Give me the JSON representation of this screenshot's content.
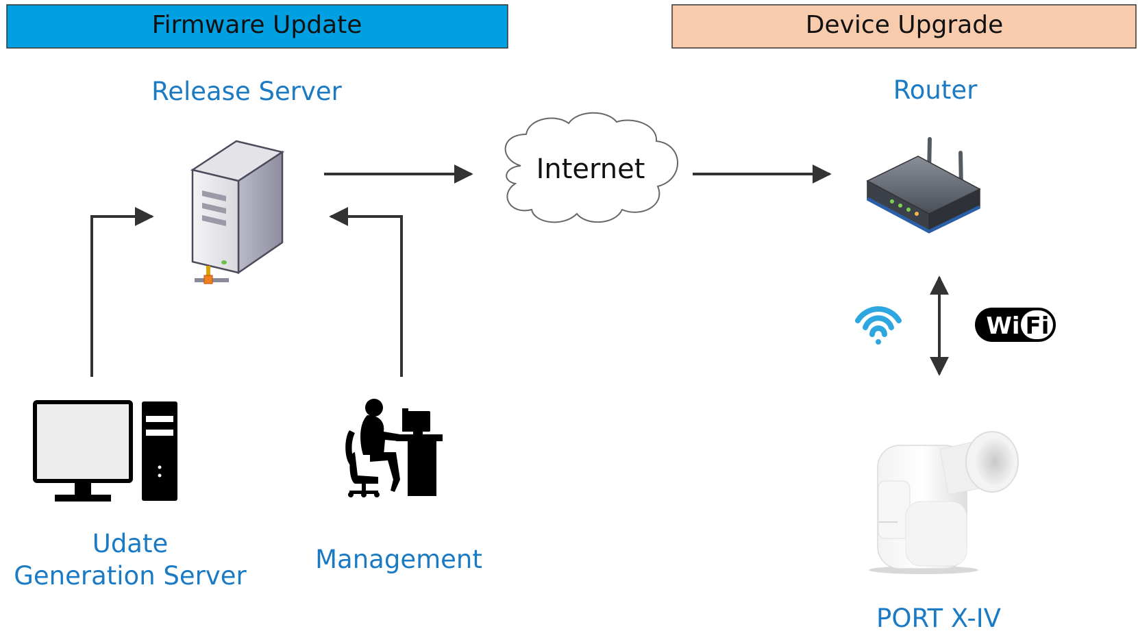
{
  "banners": {
    "firmware": {
      "label": "Firmware Update",
      "color": "#00A0E3"
    },
    "device": {
      "label": "Device Upgrade",
      "color": "#F8CBAD"
    }
  },
  "nodes": {
    "release_server": "Release Server",
    "router": "Router",
    "update_server_line1": "Udate",
    "update_server_line2": "Generation Server",
    "management": "Management",
    "device": "PORT X-IV",
    "internet": "Internet"
  },
  "wifi_logo": {
    "left": "Wi",
    "right": "Fi"
  },
  "colors": {
    "label_blue": "#1A7AC4",
    "arrow": "#333333",
    "wifi_blue": "#2EA7E0"
  },
  "icons": [
    "server-icon",
    "router-icon",
    "desktop-computer-icon",
    "person-at-desk-icon",
    "spirometer-device-icon",
    "cloud-icon",
    "wifi-signal-icon",
    "wifi-logo-icon"
  ]
}
